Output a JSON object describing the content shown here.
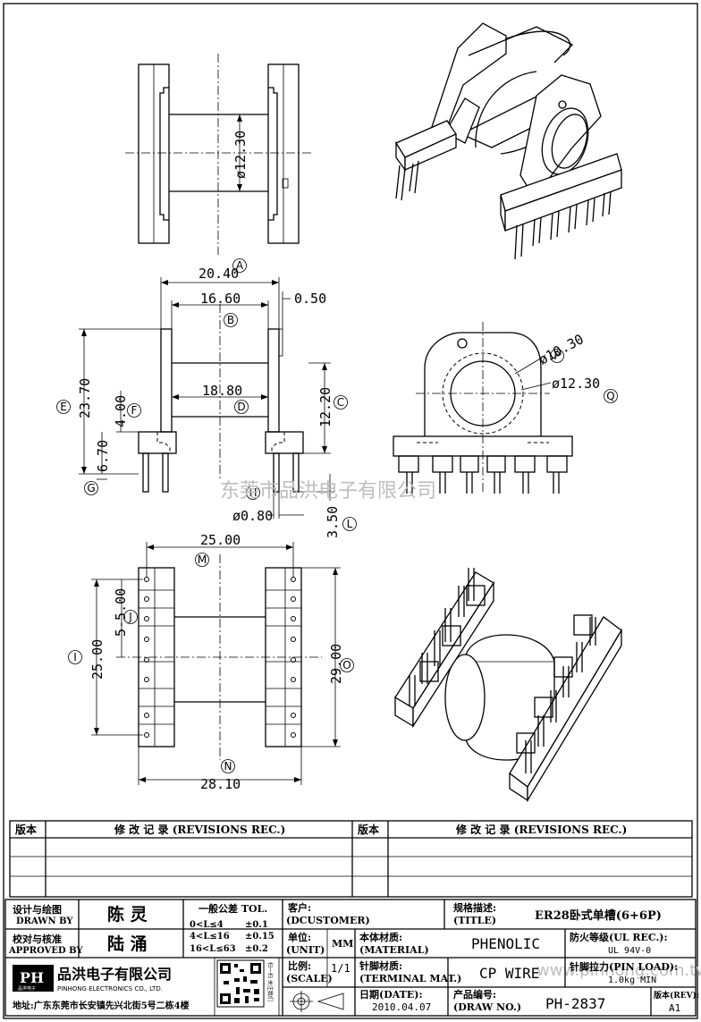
{
  "dimensions": {
    "top_dia": "ø12.30",
    "a": "20.40",
    "b": "16.60",
    "b_side": "0.50",
    "d": "18.80",
    "e": "23.70",
    "f": "4.00",
    "g": "6.70",
    "c": "12.20",
    "h": "ø0.80",
    "l": "3.50",
    "p": "ø10.30",
    "q": "ø12.30",
    "m": "25.00",
    "j": "5-5.00",
    "i": "25.00",
    "o": "29.00",
    "n": "28.10"
  },
  "markers": {
    "a": "A",
    "b": "B",
    "c": "C",
    "d": "D",
    "e": "E",
    "f": "F",
    "g": "G",
    "h": "H",
    "i": "I",
    "j": "J",
    "l": "L",
    "m": "M",
    "n": "N",
    "o": "O",
    "p": "P",
    "q": "Q"
  },
  "watermark": "东莞市品洪电子有限公司",
  "watermark_url": "www.pinhong.com.tw",
  "revisions": {
    "version_label": "版本",
    "records_label": "修 改 记 录 (REVISIONS REC.)"
  },
  "title_block": {
    "design_label": "设计与绘图",
    "design_label_en": "DRAWN BY",
    "designer": "陈 灵",
    "approve_label": "校对与核准",
    "approve_label_en": "APPROVED BY",
    "approver": "陆 涌",
    "tolerance_title": "一般公差 TOL.",
    "tolerances": [
      {
        "range": "0<L≤4",
        "tol": "±0.1"
      },
      {
        "range": "4<L≤16",
        "tol": "±0.15"
      },
      {
        "range": "16<L≤63",
        "tol": "±0.2"
      }
    ],
    "customer_label": "客户:",
    "customer_label_en": "(DCUSTOMER)",
    "title_label": "规格描述:",
    "title_label_en": "(TITLE)",
    "title_value": "ER28卧式单槽(6+6P)",
    "unit_label": "单位:",
    "unit_label_en": "(UNIT)",
    "unit_value": "MM",
    "material_label": "本体材质:",
    "material_label_en": "(MATERIAL)",
    "material_value": "PHENOLIC",
    "flame_label": "防火等级(UL REC.):",
    "flame_value": "UL 94V-0",
    "company_logo": "PH",
    "company_logo_sub": "品洪电子",
    "company_name": "品洪电子有限公司",
    "company_name_en": "PINHONG ELECTRONICS CO., LTD.",
    "address": "地址:广东东莞市长安镇先兴北街5号二栋4楼",
    "qr_caption": "扫一扫 关注我们",
    "scale_label": "比例:",
    "scale_label_en": "(SCALE)",
    "scale_value": "1/1",
    "terminal_label": "针脚材质:",
    "terminal_label_en": "(TERMINAL MAT.)",
    "terminal_value": "CP WIRE",
    "pin_load_label": "针脚拉力(PIN LOAD):",
    "pin_load_value": "1.0kg MIN",
    "date_label": "日期(DATE):",
    "date_value": "2010.04.07",
    "drawno_label": "产品编号:",
    "drawno_label_en": "(DRAW NO.)",
    "drawno_value": "PH-2837",
    "rev_label": "版本(REV):",
    "rev_value": "A1"
  }
}
